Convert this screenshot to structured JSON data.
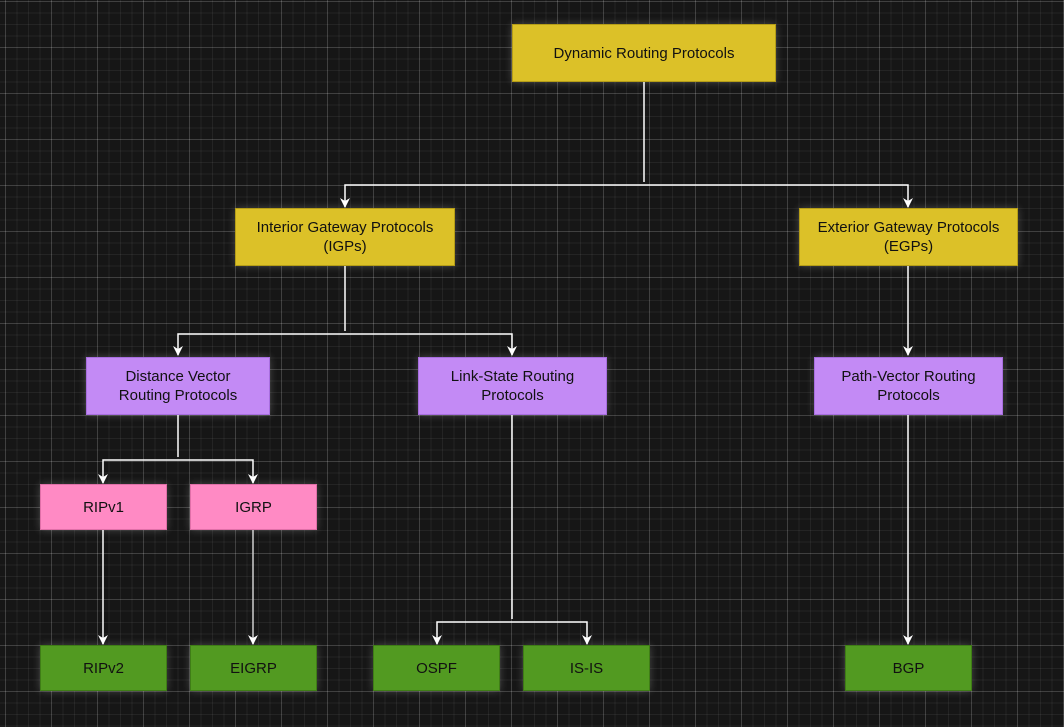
{
  "diagram": {
    "title": "Dynamic Routing Protocols",
    "colors": {
      "category": "#dcc128",
      "protocol_type": "#c38af5",
      "legacy_protocol": "#ff8ac4",
      "protocol": "#529a21",
      "connector": "#ffffff",
      "background": "#161616"
    },
    "nodes": {
      "root": {
        "label": "Dynamic Routing Protocols"
      },
      "igp": {
        "label_line1": "Interior Gateway Protocols",
        "label_line2": "(IGPs)"
      },
      "egp": {
        "label_line1": "Exterior Gateway Protocols",
        "label_line2": "(EGPs)"
      },
      "distance_vector": {
        "label_line1": "Distance Vector",
        "label_line2": "Routing Protocols"
      },
      "link_state": {
        "label_line1": "Link-State Routing",
        "label_line2": "Protocols"
      },
      "path_vector": {
        "label_line1": "Path-Vector Routing",
        "label_line2": "Protocols"
      },
      "ripv1": {
        "label": "RIPv1"
      },
      "igrp": {
        "label": "IGRP"
      },
      "ripv2": {
        "label": "RIPv2"
      },
      "eigrp": {
        "label": "EIGRP"
      },
      "ospf": {
        "label": "OSPF"
      },
      "isis": {
        "label": "IS-IS"
      },
      "bgp": {
        "label": "BGP"
      }
    },
    "edges": [
      {
        "from": "root",
        "to": "igp"
      },
      {
        "from": "root",
        "to": "egp"
      },
      {
        "from": "igp",
        "to": "distance_vector"
      },
      {
        "from": "igp",
        "to": "link_state"
      },
      {
        "from": "egp",
        "to": "path_vector"
      },
      {
        "from": "distance_vector",
        "to": "ripv1"
      },
      {
        "from": "distance_vector",
        "to": "igrp"
      },
      {
        "from": "ripv1",
        "to": "ripv2"
      },
      {
        "from": "igrp",
        "to": "eigrp"
      },
      {
        "from": "link_state",
        "to": "ospf"
      },
      {
        "from": "link_state",
        "to": "isis"
      },
      {
        "from": "path_vector",
        "to": "bgp"
      }
    ]
  }
}
